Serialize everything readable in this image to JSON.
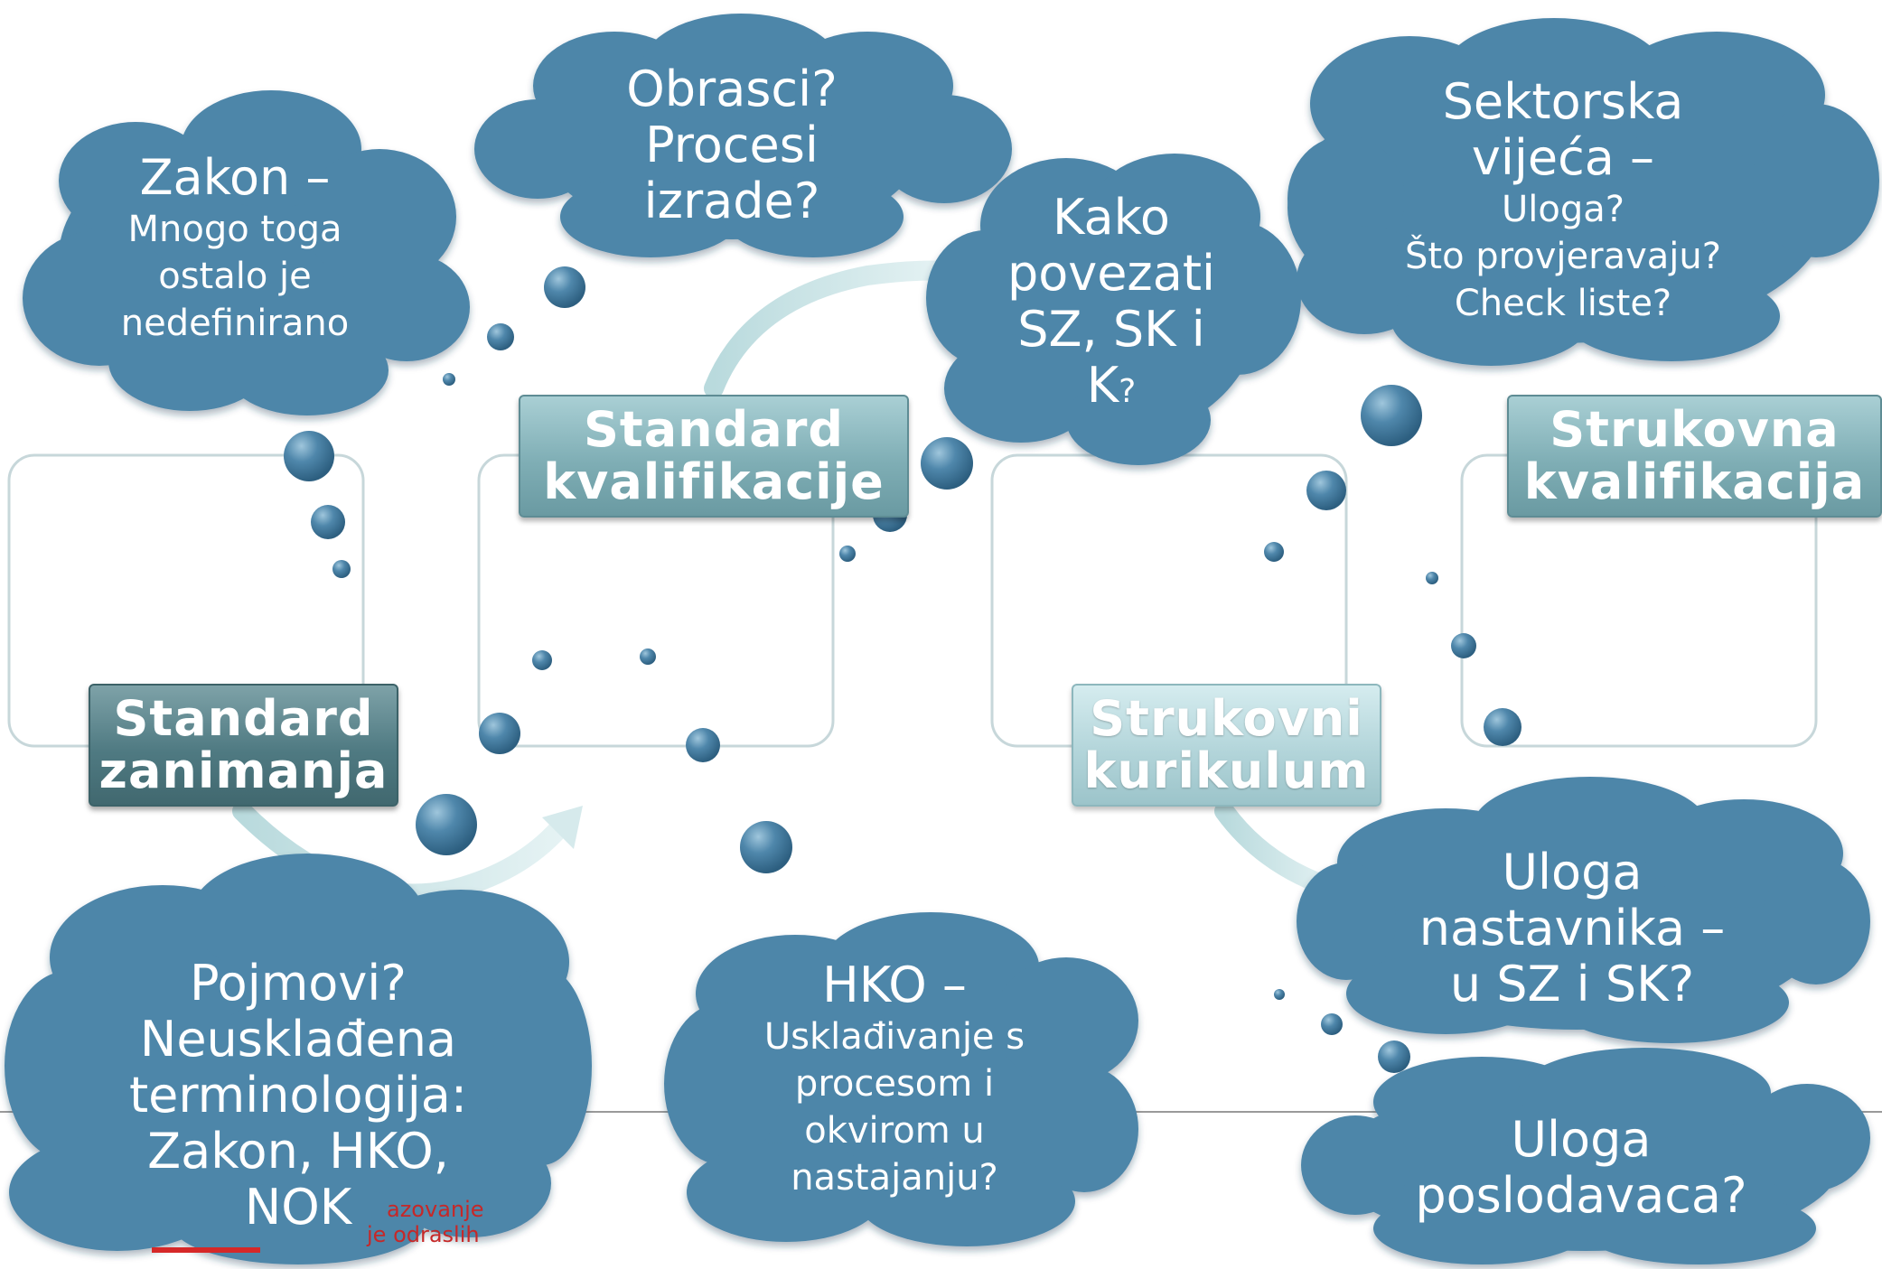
{
  "boxes": [
    {
      "id": "standard-zanimanja",
      "label_line1": "Standard",
      "label_line2": "zanimanja"
    },
    {
      "id": "standard-kvalifikacije",
      "label_line1": "Standard",
      "label_line2": "kvalifikacije"
    },
    {
      "id": "strukovni-kurikulum",
      "label_line1": "Strukovni",
      "label_line2": "kurikulum"
    },
    {
      "id": "strukovna-kvalifikacija",
      "label_line1": "Strukovna",
      "label_line2": "kvalifikacija"
    }
  ],
  "clouds": {
    "zakon": {
      "lead": "Zakon –",
      "sub": [
        "Mnogo toga",
        "ostalo je",
        "nedefinirano"
      ]
    },
    "obrasci": {
      "lead": [
        "Obrasci?",
        "Procesi",
        "izrade?"
      ]
    },
    "kako": {
      "lead": [
        "Kako",
        "povezati",
        "SZ, SK i"
      ],
      "last_main": "K",
      "last_small": "?"
    },
    "sektorska": {
      "lead": [
        "Sektorska",
        "vijeća –"
      ],
      "sub": [
        "Uloga?",
        "Što provjeravaju?",
        "Check liste?"
      ]
    },
    "pojmovi": {
      "lead": [
        "Pojmovi?",
        "Neusklađena",
        "terminologija:",
        "Zakon, HKO,",
        "NOK"
      ]
    },
    "hko": {
      "lead": "HKO –",
      "sub": [
        "Usklađivanje s",
        "procesom i",
        "okvirom u",
        "nastajanju?"
      ]
    },
    "nastavnika": {
      "lead": [
        "Uloga",
        "nastavnika –",
        "u SZ i SK?"
      ]
    },
    "poslodavaca": {
      "lead": [
        "Uloga",
        "poslodavaca?"
      ]
    }
  },
  "footer": {
    "line1": "azovanje",
    "line2": "je odraslih"
  },
  "colors": {
    "cloud": "#4e86a9",
    "bubble": "#4f87ab",
    "arrow": "#cfe6e8",
    "box_border": "#c7d7da"
  }
}
